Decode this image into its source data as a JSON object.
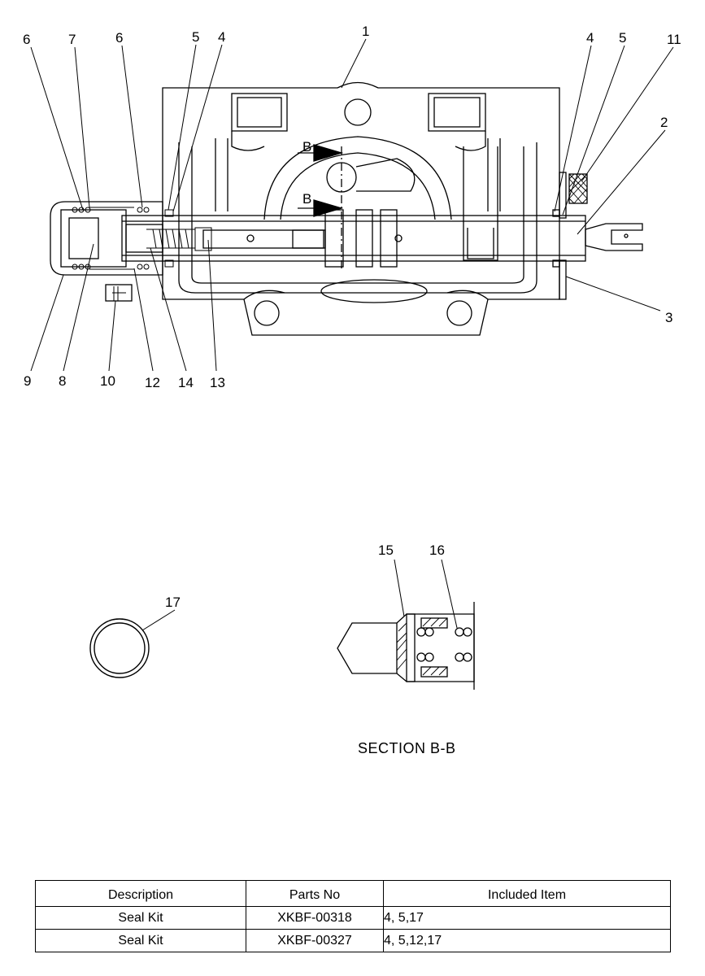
{
  "callouts": {
    "c1": "1",
    "c2": "2",
    "c3": "3",
    "c4_left": "4",
    "c4_right": "4",
    "c5_left": "5",
    "c5_right": "5",
    "c6_left": "6",
    "c6_mid": "6",
    "c7": "7",
    "c8": "8",
    "c9": "9",
    "c10": "10",
    "c11": "11",
    "c12": "12",
    "c13": "13",
    "c14": "14",
    "c15": "15",
    "c16": "16",
    "c17": "17"
  },
  "section_marks": {
    "upper": "B",
    "lower": "B"
  },
  "section_title": "SECTION B-B",
  "table": {
    "headers": [
      "Description",
      "Parts No",
      "Included Item"
    ],
    "rows": [
      [
        "Seal Kit",
        "XKBF-00318",
        "4, 5,17"
      ],
      [
        "Seal Kit",
        "XKBF-00327",
        "4, 5,12,17"
      ]
    ]
  }
}
